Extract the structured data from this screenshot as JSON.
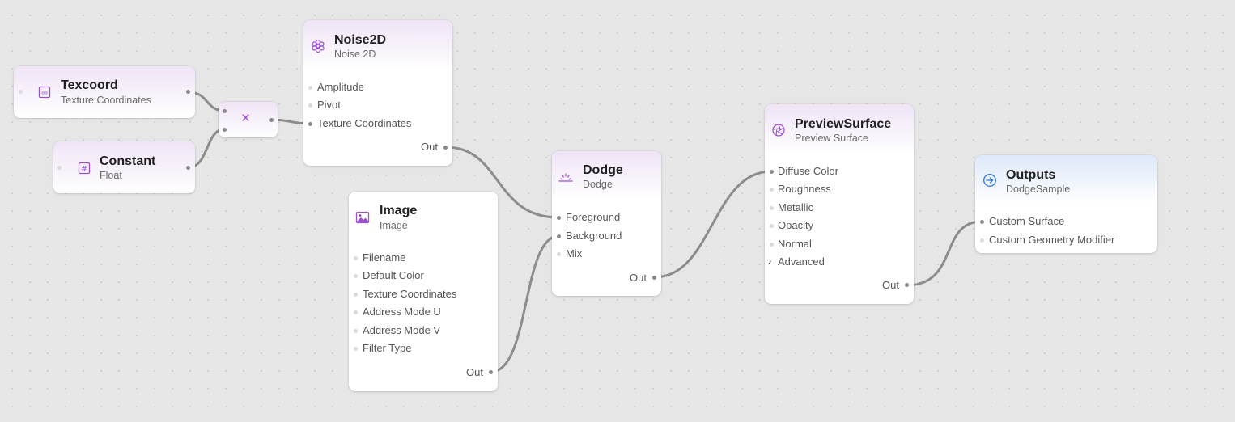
{
  "nodes": {
    "texcoord": {
      "title": "Texcoord",
      "subtitle": "Texture Coordinates",
      "icon": "texcoord-icon"
    },
    "constant": {
      "title": "Constant",
      "subtitle": "Float",
      "icon": "hash-icon"
    },
    "multiply": {
      "symbol": "×",
      "icon": "multiply-icon"
    },
    "noise2d": {
      "title": "Noise2D",
      "subtitle": "Noise 2D",
      "icon": "noise-icon",
      "inputs": [
        "Amplitude",
        "Pivot",
        "Texture Coordinates"
      ],
      "output": "Out"
    },
    "image": {
      "title": "Image",
      "subtitle": "Image",
      "icon": "image-icon",
      "inputs": [
        "Filename",
        "Default Color",
        "Texture Coordinates",
        "Address Mode U",
        "Address Mode V",
        "Filter Type"
      ],
      "output": "Out"
    },
    "dodge": {
      "title": "Dodge",
      "subtitle": "Dodge",
      "icon": "dodge-icon",
      "inputs": [
        "Foreground",
        "Background",
        "Mix"
      ],
      "output": "Out"
    },
    "preview": {
      "title": "PreviewSurface",
      "subtitle": "Preview Surface",
      "icon": "aperture-icon",
      "inputs": [
        "Diffuse Color",
        "Roughness",
        "Metallic",
        "Opacity",
        "Normal"
      ],
      "advanced": "Advanced",
      "output": "Out"
    },
    "outputs": {
      "title": "Outputs",
      "subtitle": "DodgeSample",
      "icon": "arrow-circle-icon",
      "inputs": [
        "Custom Surface",
        "Custom Geometry Modifier"
      ]
    }
  },
  "colors": {
    "accent": "#9a4fd0",
    "outputs_accent": "#2f74e0",
    "wire": "#8c8c8c",
    "canvas": "#e6e6e6"
  }
}
